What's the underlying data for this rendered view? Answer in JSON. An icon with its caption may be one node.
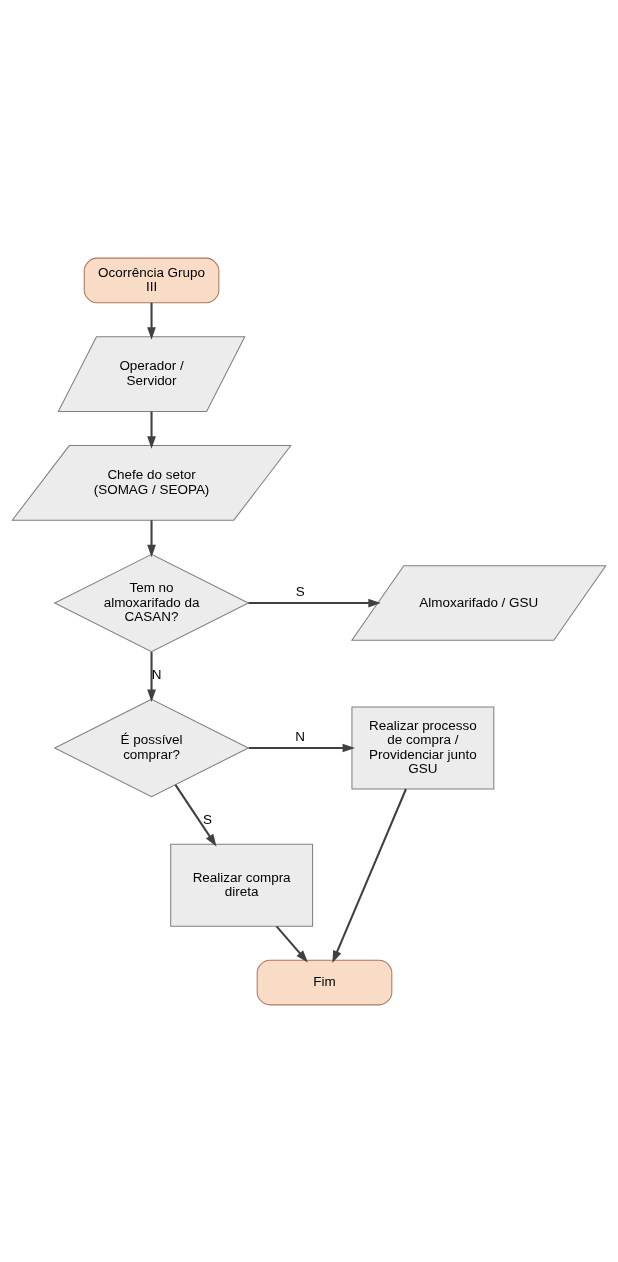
{
  "diagram": {
    "nodes": [
      {
        "text": [
          "Ocorrência Grupo III"
        ]
      },
      {
        "text": [
          "Operador / Servidor"
        ]
      },
      {
        "text": [
          "Chefe do setor (SOMAG / SEOPA)"
        ]
      },
      {
        "text": [
          "Tem no almoxarifado da CASAN?"
        ]
      },
      {
        "text": [
          "Almoxarifado / GSU"
        ]
      },
      {
        "text": [
          "É possível comprar?"
        ]
      },
      {
        "text": [
          "Realizar processo de compra / Providenciar junto GSU"
        ]
      },
      {
        "text": [
          "Realizar compra direta"
        ]
      },
      {
        "text": [
          "Fim"
        ]
      }
    ],
    "edges": [
      {
        "from": 0,
        "to": 1,
        "arrow": "to"
      },
      {
        "from": 1,
        "to": 2,
        "arrow": "to"
      },
      {
        "from": 2,
        "to": 3,
        "arrow": "to"
      },
      {
        "from": 3,
        "to": 4,
        "arrow": "to",
        "label": "S"
      },
      {
        "from": 3,
        "to": 5,
        "arrow": "to",
        "label": "N"
      },
      {
        "from": 5,
        "to": 6,
        "arrow": "to",
        "label": "N"
      },
      {
        "from": 5,
        "to": 7,
        "arrow": "to",
        "label": "S"
      },
      {
        "from": 7,
        "to": 8,
        "arrow": "to"
      },
      {
        "from": 6,
        "to": 8,
        "arrow": "to"
      }
    ]
  }
}
